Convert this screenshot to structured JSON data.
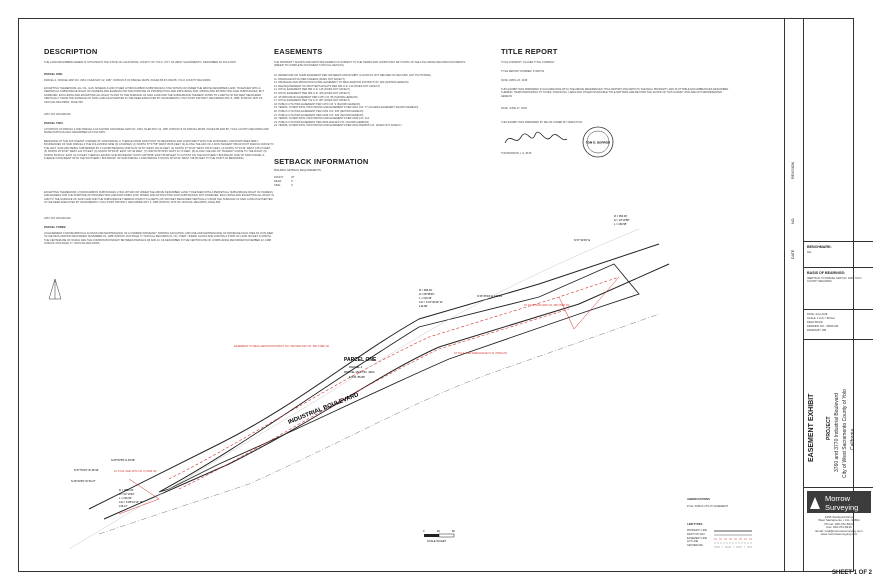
{
  "description": {
    "title": "DESCRIPTION",
    "intro": "THE LAND DESCRIBED HEREIN IS SITUATED IN THE STATE OF CALIFORNIA, COUNTY OF YOLO, CITY OF WEST SACRAMENTO, DESCRIBED AS FOLLOWS:",
    "parcel_one_heading": "PARCEL ONE:",
    "parcel_one_text": "PARCEL 2, PARCEL MAP NO. 3464, FILED MAY 22, 1987, IN BOOK 8 OF PARCEL MAPS, PAGES 85-87 AND 88, YOLO COUNTY RECORDS.",
    "parcel_one_except": "EXCEPTING THEREFROM, ALL OIL, GAS, MINERALS AND OTHER HYDROCARBON SUBSTANCES LYING WITHIN OR UNDER THE ABOVE DESCRIBED LAND, TOGETHER WITH A PERPETUAL SUBSURFACE RIGHT OF INGRESS AND EGRESS FOR THE PURPOSE OF PROSPECTING AND EXPLORING FOR, MINING AND EXTRACTING SAID SUBSTANCES, BUT HOWEVER, EXCLUDING AND EXCEPTING ALL RIGHT IN AND TO THE SURFACE OF SAID LAND AND THE SUBSURFACE THEREOF DOWN TO A DEPTH OF 500 FEET MEASURED VERTICALLY FROM THE SURFACE OF SAID LAND AS EXCEPTED IN THE DEED EXECUTED BY SACRAMENTO-YOLO PORT DISTRICT, RECORDED MAY 6, 1985, IN BOOK 1676 OF OFFICIAL RECORDS, PAGE 666.",
    "apn_one": "APN: 067-020-008-000",
    "parcel_two_heading": "PARCEL TWO:",
    "parcel_two_text": "A PORTION OF PARCEL 3 AND PARCEL 6 AS SHOWN ON PARCEL MAP NO. 3464, FILED MAY 22, 1987 IN BOOK 8 OF PARCEL MAPS, PAGES 85 AND 88, YOLO COUNTY RECORDS AND MORE PARTICULARLY DESCRIBED AS FOLLOWS:",
    "parcel_two_body": "BEGINNING AT THE SOUTHEAST CORNER OF SAID PARCEL 3, THENCE FROM SAID POINT OF BEGINNING AND COINCIDENT WITH THE NORTHERLY AND NORTHWESTERLY BOUNDARIES OF SAID PARCEL 3 THE FOLLOWING NINE (9) COURSES: (1) NORTH 57°17'58\" WEST 39.66 FEET, (2) ALONG THE ARC OF A NON-TANGENT 950.00 FOOT RADIUS CURVE TO THE LEFT, SAID ARC BEING SUBTENDED BY A CHORD BEARING NORTH 61°21'53\" WEST 162.40 FEET, (3) NORTH 67°16'49\" WEST 183.67 FEET, (4) NORTH 67°16'49\" WEST 135.37 FEET, (5) NORTH 25°33'40\" WEST 124.75 FEET, (6) NORTH 56°39'45\" EAST 107.92 FEET, (7) NORTH 56°39'45\" EAST 40.70 FEET, (8) ALONG THE ARC OF TANGENT CURVE TO THE RIGHT, (9) NORTH 69°46'21\" EAST 42.73 FEET; THENCE LEAVING SAID BOUNDARY SOUTH 28°05'58\" EAST 86.98 FEET TO A POINT ON THE SOUTHERLY BOUNDARY LINE OF SAID PARCEL 3; THENCE COINCIDENT WITH THE SOUTHERLY BOUNDARY OF SAID PARCEL 3 AND PARCEL 6 SOUTH 66°20'43\" WEST 748.05 FEET TO THE POINT OF BEGINNING.",
    "parcel_two_except": "EXCEPTING THEREFROM, HYDROCARBON SUBSTANCES LYING WITHIN OR UNDER THE ABOVE DESCRIBED LAND, TOGETHER WITH A PERPETUAL SUBSURFACE RIGHT OF INGRESS AND EGRESS FOR THE PURPOSE OF PROSPECTING AND EXPLORING FOR, MINING AND EXTRACTING SAID SUBSTANCES, BUT HOWEVER, EXCLUDING AND EXCEPTING ALL RIGHT IN AND TO THE SURFACE OF SAID LAND AND THE SUBSURFACE THEREOF DOWN TO A DEPTH OF 500 FEET MEASURED VERTICALLY FROM THE SURFACE OF SAID LAND AS EXCEPTED IN THE DEED EXECUTED BY SACRAMENTO-YOLO PORT DISTRICT, RECORDED MAY 6, 1985 IN BOOK 1676 OF OFFICIAL RECORDS, PAGE 666.",
    "apn_two": "APN: 067-020-009-000",
    "parcel_three_heading": "PARCEL THREE:",
    "parcel_three_text": "AN EASEMENT FOR RECIPROCAL ACCESS AND MAINTENANCE OF A COMMON DRIVEWAY, PARKING FACILITIES, AND USE AND MAINTENANCE OF DRAINAGE FACILITIES AS OUTLINED IN THE DECLARATION RECORDED NOVEMBER 22, 1988 IN BOOK 2010 PAGE 77 OFFICIAL RECORDS IN, ON, OVER, UNDER, ALONG AND ACROSS A STRIP OF LAND 30 FEET IN WIDTH, THE CENTERLINE OF WHICH ARE THE COMMON BOUNDARY BETWEEN PARCELS 1B AND 1C AS DESCRIBED IN THE CERTIFICATE OF COMPLIANCE RECORDED NOVEMBER 22, 1988 IN BOOK 2010 PAGE 77, OFFICIAL RECORDS."
  },
  "easements": {
    "title": "EASEMENTS",
    "intro": "THE PROPERTY SHOWN AND DEPICTED HEREON IS SUBJECT TO THE TERMS AND CONDITIONS SET FORTH IN THE FOLLOWING RECORD DOCUMENTS. (REFER TO COMPLETE DOCUMENT FOR FULL DETAILS)",
    "items": [
      "10.  RESERVOIR OR SUMP EASEMENT PER OR DEEDS AND EXHIBIT (LOCATION NOT DEFINED OF RECORD, NOT PLOTTABLE)",
      "11.  DRAINAGE DITCH PER 8 DEEDS (DOES NOT AFFECT)",
      "12.  DRAINAGE AND IRRIGATION CANAL EASEMENT TO RECLAMATION DISTRICT NO. 900 (SHOWN HEREON)",
      "13.  RELINQUISHMENT OF ABUTTER'S RIGHTS PER 683 O.R. 142 (DOES NOT AFFECT)",
      "14.  DITCH EASEMENT PER 684 O.R. 146 (DOES NOT AFFECT)",
      "15.  DITCH EASEMENT PER 686 O.R. 428 (DOES NOT AFFECT)",
      "16.  STORM DRAIN EASEMENT PER 1135 O.R. 85 (SHOWN HEREON)",
      "17.  DITCH EASEMENT PER 742 O.R. 287 (DOES NOT AFFECT)",
      "18.  PUBLIC UTILITIES EASEMENT PER 1179 O.R. 9 (SHOWN HEREON)",
      "19.  TERMS, CONDITIONS, PROVISIONS AND EASEMENTS PER 2010 O.R. 77 (ACCESS EASEMENT SHOWN HEREON)",
      "20.  PUBLIC UTILITIES EASEMENT PER 2199 O.R. 305 (SHOWN HEREON)",
      "21.  PUBLIC UTILITIES EASEMENT PER 2199 O.R. 309 (SHOWN HEREON)",
      "22.  TERMS, CONDITIONS, PROVISIONS AND EASEMENTS PER 2228 O.R. 414",
      "23.  PUBLIC UTILITIES EASEMENT PER 2009-0011323 O.R. (SHOWN HEREON)",
      "24.  TERMS, CONDITIONS, PROVISIONS AND EASEMENTS PER 2003-0022878 O.R. (DOES NOT AFFECT)"
    ]
  },
  "setback": {
    "title": "SETBACK INFORMATION",
    "label": "BUILDING SETBACK REQUIREMENTS:",
    "rows": [
      {
        "k": "FRONT:",
        "v": "25'"
      },
      {
        "k": "REAR:",
        "v": "0'"
      },
      {
        "k": "SIDE:",
        "v": "0'"
      }
    ]
  },
  "title_report": {
    "title": "TITLE REPORT",
    "lines": [
      "TITLE COMPANY: PLACER TITLE COMPANY",
      "TITLE REPORT NUMBER: P-528732",
      "DATE: APRIL 20, 2018"
    ],
    "statement": "THIS EXHIBIT WAS PREPARED IN ACCORDANCE WITH THE ABOVE REFERENCED TITLE REPORT AND DEPICTS THE REAL PROPERTY AND PLOTTABLE ENCUMBRANCES DESCRIBED THEREIN. ITEMS PERTAINING TO TAXES, FINANCING, LIENS AND OTHER INTANGIBLE TITLE MATTERS ARE BEYOND THE SCOPE OF THIS SURVEY AND ARE NOT REPRESENTED HEREON.",
    "date": "DATE: JUNE 27, 2018",
    "prepared": "THIS EXHIBIT WAS PREPARED BY ME OR UNDER MY DIRECTION.",
    "surveyor": "TOM BORROR, L.S. 8135",
    "stamp_text": "TOM D. BORROR"
  },
  "drawing": {
    "road_label": "INDUSTRIAL BOULEVARD",
    "parcel_label": "PARCEL ONE",
    "parcel_sub1": "PARCEL 2",
    "parcel_sub2": "PARCEL MAP NO. 3464",
    "parcel_sub3": "8 P.M. 85-88",
    "easement_note": "EASEMENT TO RECLAMATION DISTRICT NO. 900 PER 639 O.R. 365 (ITEM 12)",
    "pue_note": "10' P.U.E. PER 2009-0011323 O.R. (ITEM 23)",
    "curve1": [
      "R = 950.00'",
      "Δ = 08°38'40\"",
      "L = 143.35'",
      "CH = S 61°46'49\" W",
      "142.98'"
    ],
    "curve2": [
      "R = 950.00'",
      "Δ = 10°13'58\"",
      "L = 169.58'"
    ],
    "curve3": [
      "R = 3850.00'",
      "Δ = 02°10'43\"",
      "L = 216.50'",
      "CH = S 68°16'12\" W",
      "216.47'"
    ],
    "bearing1": "N 56°45'04\" E   133.69'",
    "bearing2": "N 57°44'03\" E",
    "bearing3": "N 66°53'59\" E   35.68'",
    "bearing4": "N 25°33'45\" W  50.27'",
    "bearing5": "N 57°53'16\" W   38.18'",
    "pue_left": "10' P.U.E. PER 1179 O.R. 9 (ITEM 18)",
    "pue_right": "10' P.U.E. PER 2199 O.R. 305 (ITEM 20)",
    "scale_label": "SCALE IN FEET",
    "scale_ticks": [
      "0",
      "40",
      "80"
    ]
  },
  "abbreviations": {
    "title": "ABBREVIATIONS",
    "item": "P.U.E.    PUBLIC UTILITY EASEMENT"
  },
  "linetypes": {
    "title": "LINETYPES",
    "items": [
      "PROPERTY LINE",
      "RIGHT OF WAY",
      "EASEMENT LINE",
      "LOT LINE",
      "CENTERLINE"
    ]
  },
  "title_block": {
    "revision": "REVISION",
    "no": "NO.",
    "date": "DATE",
    "benchmark_label": "BENCHMARK:",
    "benchmark_value": "N/A",
    "bearings_label": "BASIS OF BEARINGS:",
    "bearings_value": "IDENTICAL TO PARCEL MAP NO. 3464 YOLO COUNTY RECORDS.",
    "meta": [
      "DATE: June 2018",
      "SCALE: 1 inch = 80 feet",
      "FIELD BOOK:",
      "DRAWING NO.: 18066-001",
      "DRAWN BY: RM"
    ],
    "exhibit_title": "EASEMENT EXHIBIT",
    "project_label": "PROJECT",
    "project_line1": "3760 and 3770 Industrial Boulevard",
    "project_line2": "City of West Sacramento   County of Yolo",
    "project_line3": "California",
    "company_name1": "Morrow",
    "company_name2": "Surveying",
    "address": [
      "1255 Starboard Drive",
      "West Sacramento • CA • 95691",
      "Phone: 916-372-8124",
      "Fax: 916-372-8216",
      "Email: mail@morrowsurveying.com",
      "www.morrowsurveying.com"
    ],
    "sheet": "SHEET 1 OF 2"
  },
  "colors": {
    "accent_red": "#d0312d",
    "ink": "#222222",
    "logo": "#3c3c3c"
  }
}
